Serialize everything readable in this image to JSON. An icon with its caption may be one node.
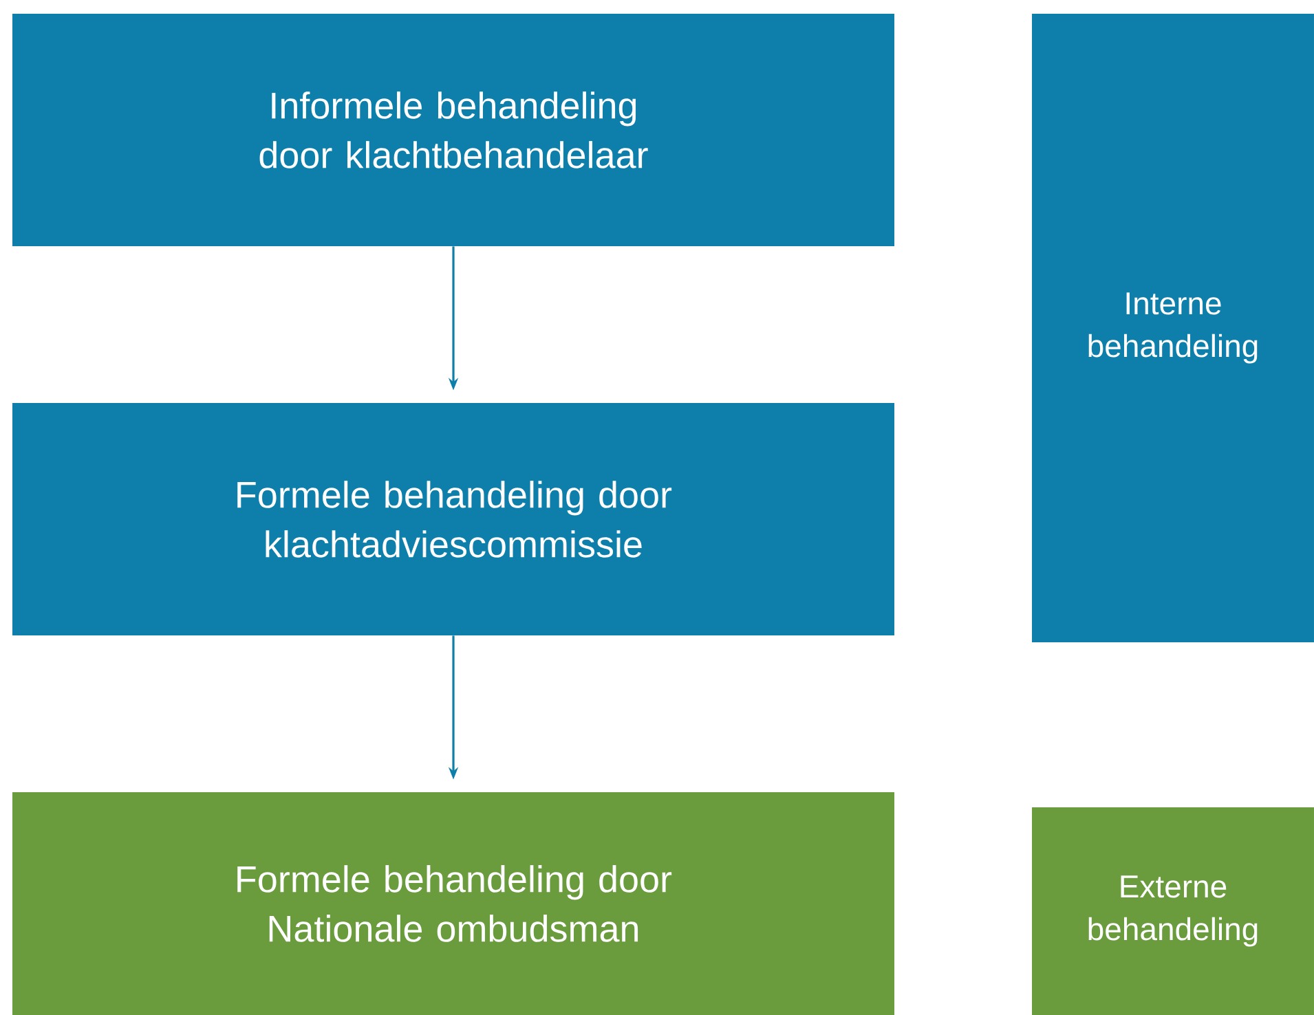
{
  "diagram": {
    "nodes": [
      {
        "text": [
          "Informele behandeling door klachtbehandelaar"
        ]
      },
      {
        "text": [
          "Formele behandeling door klachtadviescommissie"
        ]
      },
      {
        "text": [
          "Formele behandeling door Nationale ombudsman"
        ]
      },
      {
        "text": [
          "Interne behandeling"
        ]
      },
      {
        "text": [
          "Externe behandeling"
        ]
      }
    ],
    "edges": [
      {
        "from": 0,
        "to": 1,
        "arrow": "to"
      },
      {
        "from": 1,
        "to": 2,
        "arrow": "to"
      }
    ]
  }
}
